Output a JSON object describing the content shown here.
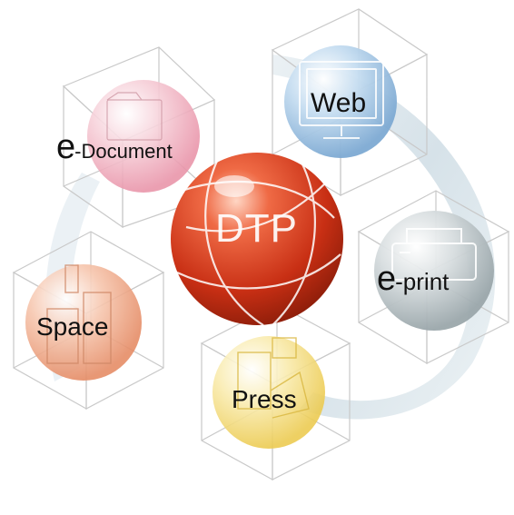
{
  "hub": {
    "label": "DTP",
    "color": "#d63a1f"
  },
  "nodes": {
    "document": {
      "prefix": "e",
      "suffix": "-Document",
      "color": "#f2b9c6"
    },
    "web": {
      "label": "Web",
      "color": "#9cc3e4"
    },
    "print": {
      "prefix": "e",
      "suffix": "-print",
      "color": "#b9c3c6"
    },
    "space": {
      "label": "Space",
      "color": "#f1b092"
    },
    "press": {
      "label": "Press",
      "color": "#f4dd7c"
    }
  }
}
